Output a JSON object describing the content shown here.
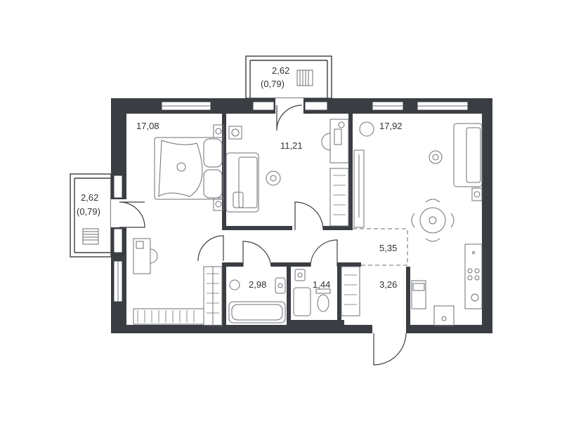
{
  "rooms": {
    "balcony_top": {
      "area": "2,62",
      "area_reduced": "(0,79)"
    },
    "balcony_left": {
      "area": "2,62",
      "area_reduced": "(0,79)"
    },
    "bedroom": {
      "area": "17,08"
    },
    "room_middle": {
      "area": "11,21"
    },
    "living_kitchen": {
      "area": "17,92"
    },
    "hallway": {
      "area": "5,35"
    },
    "bathroom": {
      "area": "2,98"
    },
    "toilet": {
      "area": "1,44"
    },
    "entry": {
      "area": "3,26"
    }
  },
  "colors": {
    "wall": "#3a3d42",
    "furniture": "#6c6f74",
    "background": "#ffffff"
  }
}
